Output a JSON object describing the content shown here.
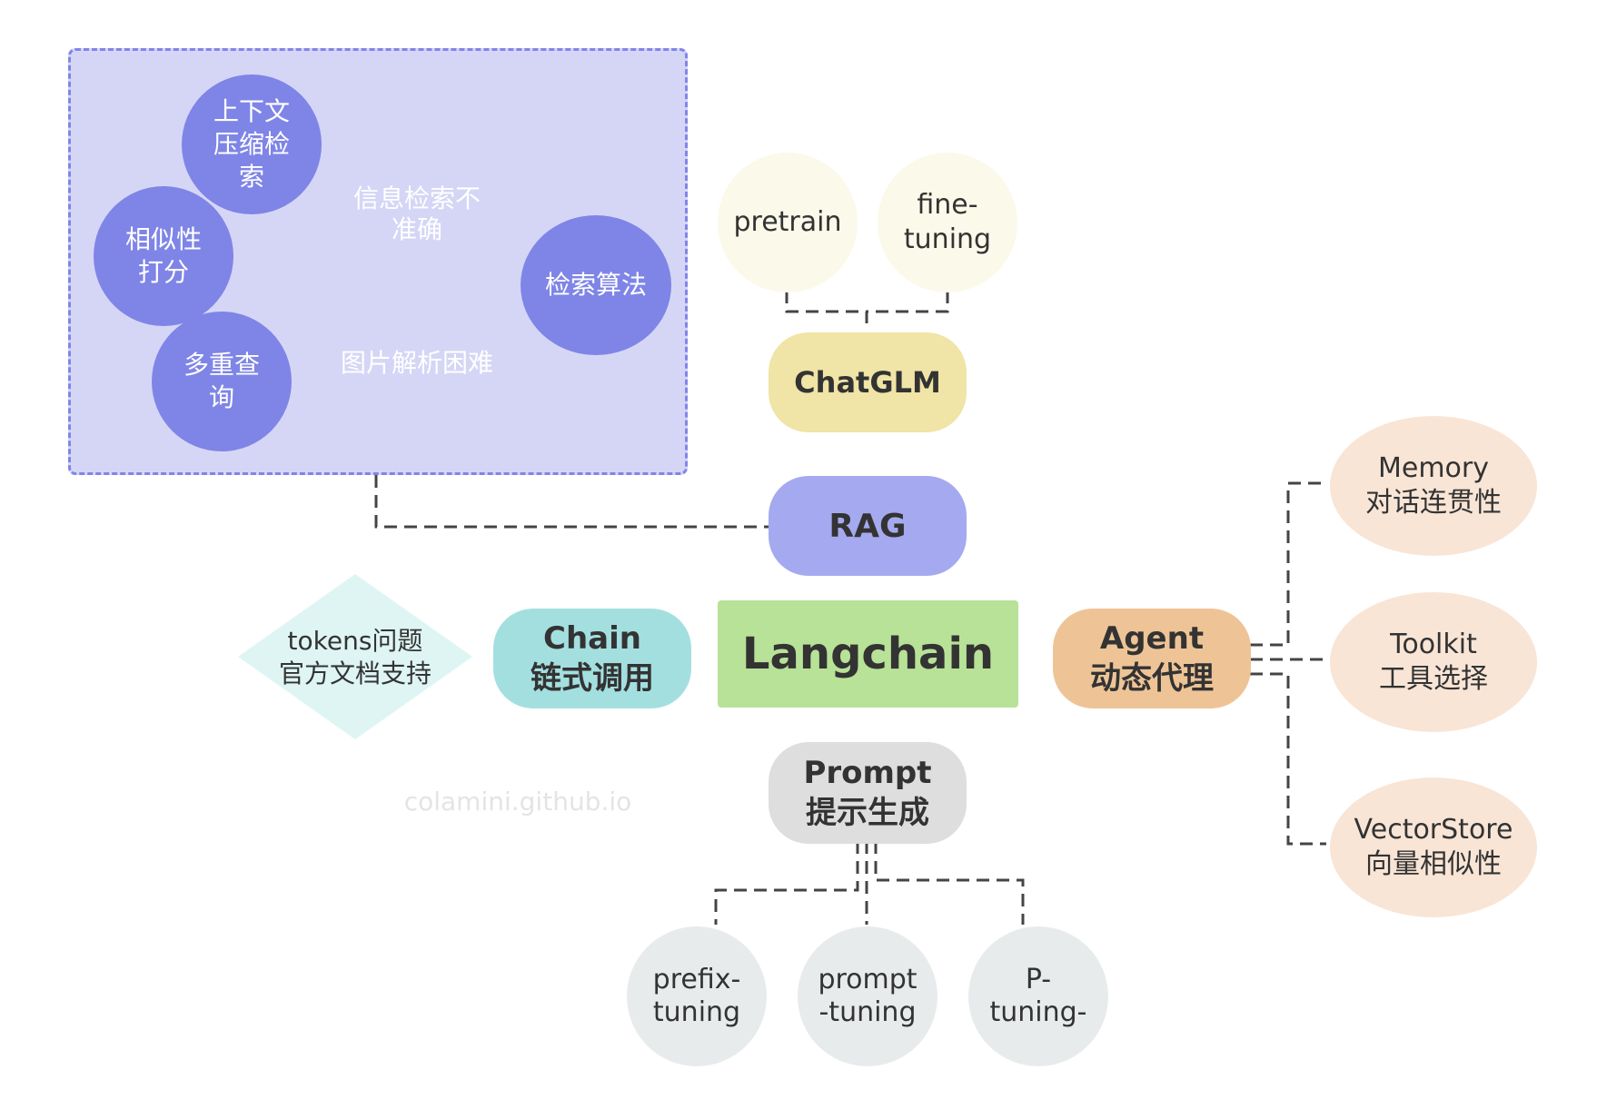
{
  "center": {
    "label": "Langchain",
    "color": "#b8e297"
  },
  "chatglm": {
    "label": "ChatGLM",
    "color": "#f0e4a6",
    "children": [
      "pretrain",
      "fine-\ntuning"
    ]
  },
  "rag": {
    "label": "RAG",
    "color": "#a5a9ef",
    "issues": {
      "circles": [
        "上下文\n压缩检\n索",
        "相似性\n打分",
        "多重查\n询",
        "检索算法"
      ],
      "diamonds": [
        "信息检索不\n准确",
        "图片解析困难"
      ]
    }
  },
  "chain": {
    "label": "Chain\n链式调用",
    "color": "#a4dfe0",
    "note": "tokens问题\n官方文档支持",
    "note_color": "#def5f3"
  },
  "agent": {
    "label": "Agent\n动态代理",
    "color": "#eec497",
    "children": [
      "Memory\n对话连贯性",
      "Toolkit\n工具选择",
      "VectorStore\n向量相似性"
    ]
  },
  "prompt": {
    "label": "Prompt\n提示生成",
    "color": "#dedede",
    "children": [
      "prefix-\ntuning",
      "prompt\n-tuning",
      "P-\ntuning-"
    ]
  },
  "watermark": "colamini.github.io"
}
